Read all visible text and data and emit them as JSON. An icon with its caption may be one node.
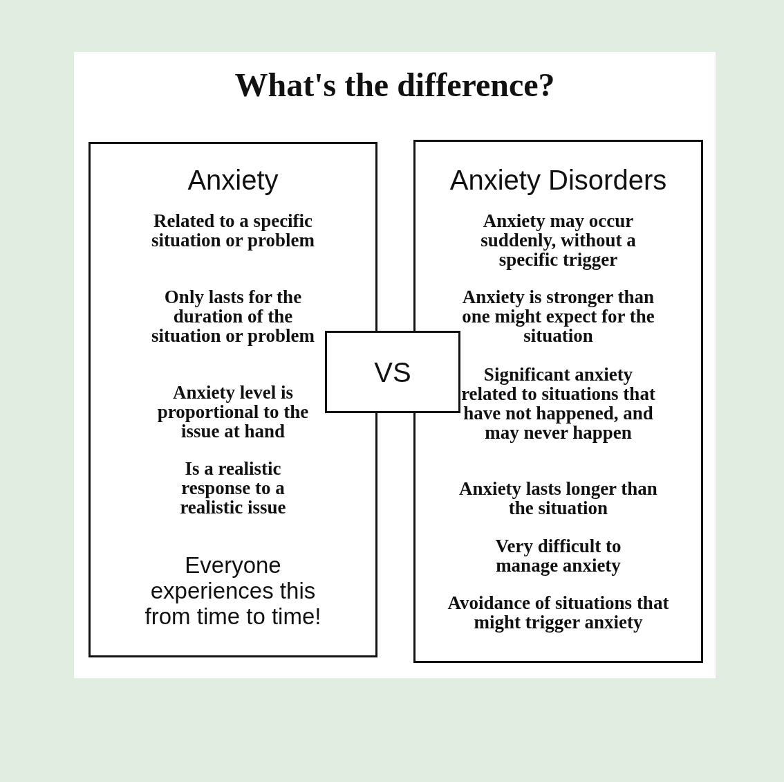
{
  "diagram": {
    "title": "What's the difference?",
    "nodes": [
      {
        "text": [
          "Anxiety",
          "Related to a specific situation or problem",
          "Only lasts for the duration of the situation or problem",
          "Anxiety level is proportional to the issue at hand",
          "Is a realistic response to a realistic issue",
          "Everyone experiences this from time to time!"
        ]
      },
      {
        "text": [
          "Anxiety Disorders",
          "Anxiety may occur suddenly, without a specific trigger",
          "Anxiety is stronger than one might expect for the situation",
          "Significant anxiety related to situations that have not happened, and may never happen",
          "Anxiety lasts longer than the situation",
          "Very difficult to manage anxiety",
          "Avoidance of situations that might trigger anxiety"
        ]
      },
      {
        "text": [
          "VS"
        ]
      }
    ]
  }
}
